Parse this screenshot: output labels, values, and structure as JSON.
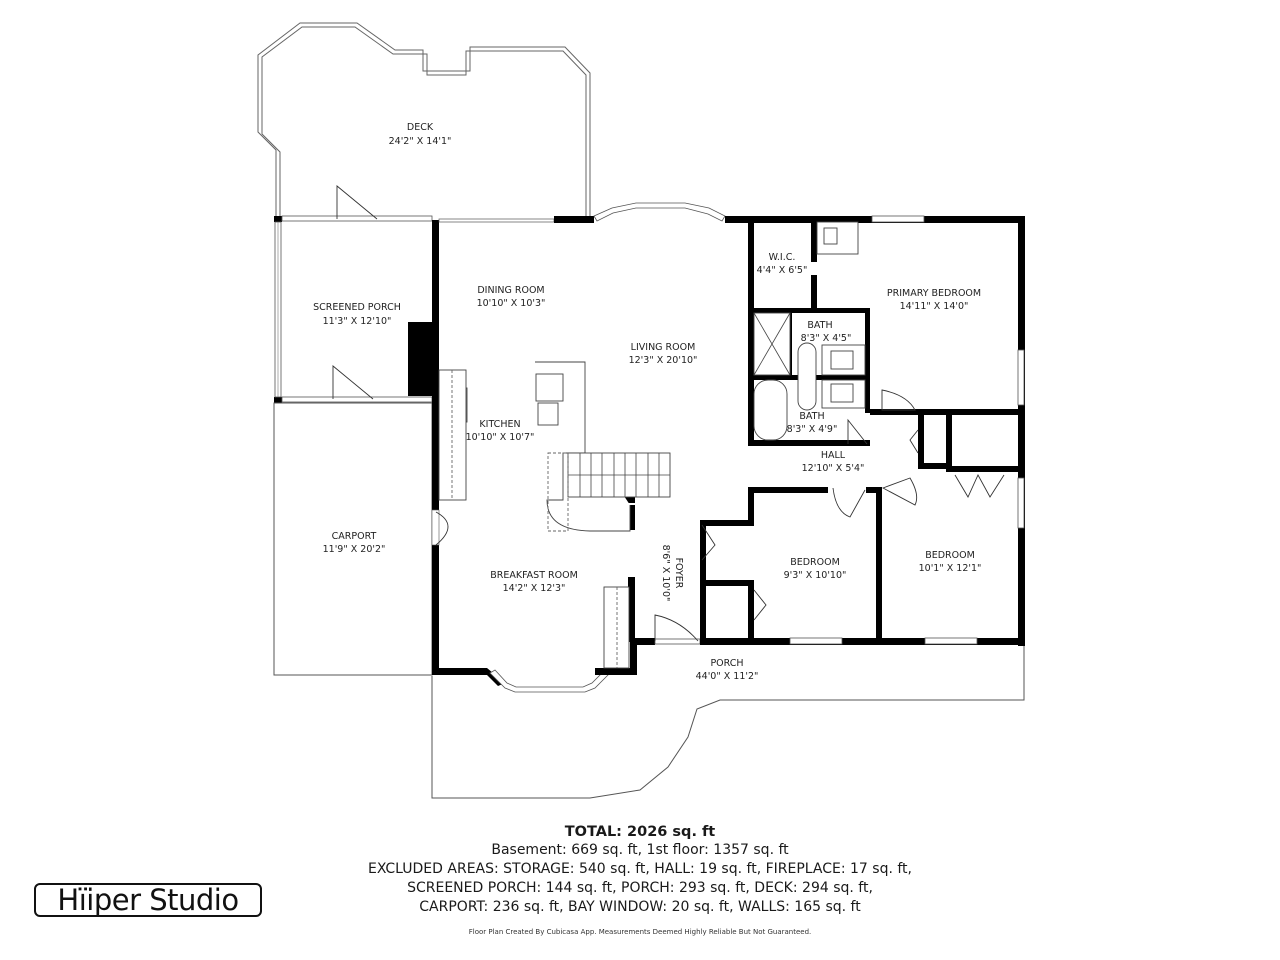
{
  "rooms": {
    "deck": {
      "name": "DECK",
      "dims": "24'2\" X 14'1\""
    },
    "screened_porch": {
      "name": "SCREENED PORCH",
      "dims": "11'3\" X 12'10\""
    },
    "dining_room": {
      "name": "DINING ROOM",
      "dims": "10'10\" X 10'3\""
    },
    "living_room": {
      "name": "LIVING ROOM",
      "dims": "12'3\" X 20'10\""
    },
    "kitchen": {
      "name": "KITCHEN",
      "dims": "10'10\" X 10'7\""
    },
    "carport": {
      "name": "CARPORT",
      "dims": "11'9\" X 20'2\""
    },
    "breakfast_room": {
      "name": "BREAKFAST ROOM",
      "dims": "14'2\" X 12'3\""
    },
    "foyer": {
      "name": "FOYER",
      "dims": "8'6\" X 10'0\""
    },
    "wic": {
      "name": "W.I.C.",
      "dims": "4'4\" X 6'5\""
    },
    "primary_bedroom": {
      "name": "PRIMARY BEDROOM",
      "dims": "14'11\" X 14'0\""
    },
    "bath_1": {
      "name": "BATH",
      "dims": "8'3\" X 4'5\""
    },
    "bath_2": {
      "name": "BATH",
      "dims": "8'3\" X 4'9\""
    },
    "hall": {
      "name": "HALL",
      "dims": "12'10\" X 5'4\""
    },
    "bedroom_1": {
      "name": "BEDROOM",
      "dims": "9'3\" X 10'10\""
    },
    "bedroom_2": {
      "name": "BEDROOM",
      "dims": "10'1\" X 12'1\""
    },
    "porch": {
      "name": "PORCH",
      "dims": "44'0\" X 11'2\""
    }
  },
  "summary": {
    "total": "TOTAL: 2026 sq. ft",
    "lines": [
      "Basement: 669 sq. ft, 1st floor: 1357 sq. ft",
      "EXCLUDED AREAS: STORAGE: 540 sq. ft, HALL: 19 sq. ft, FIREPLACE: 17 sq. ft,",
      "SCREENED PORCH: 144 sq. ft, PORCH: 293 sq. ft, DECK: 294 sq. ft,",
      "CARPORT: 236 sq. ft, BAY WINDOW: 20 sq. ft, WALLS: 165 sq. ft"
    ]
  },
  "disclaimer": "Floor Plan Created By Cubicasa App. Measurements Deemed Highly Reliable But Not Guaranteed.",
  "logo": {
    "text": "Hïiper Studio"
  }
}
